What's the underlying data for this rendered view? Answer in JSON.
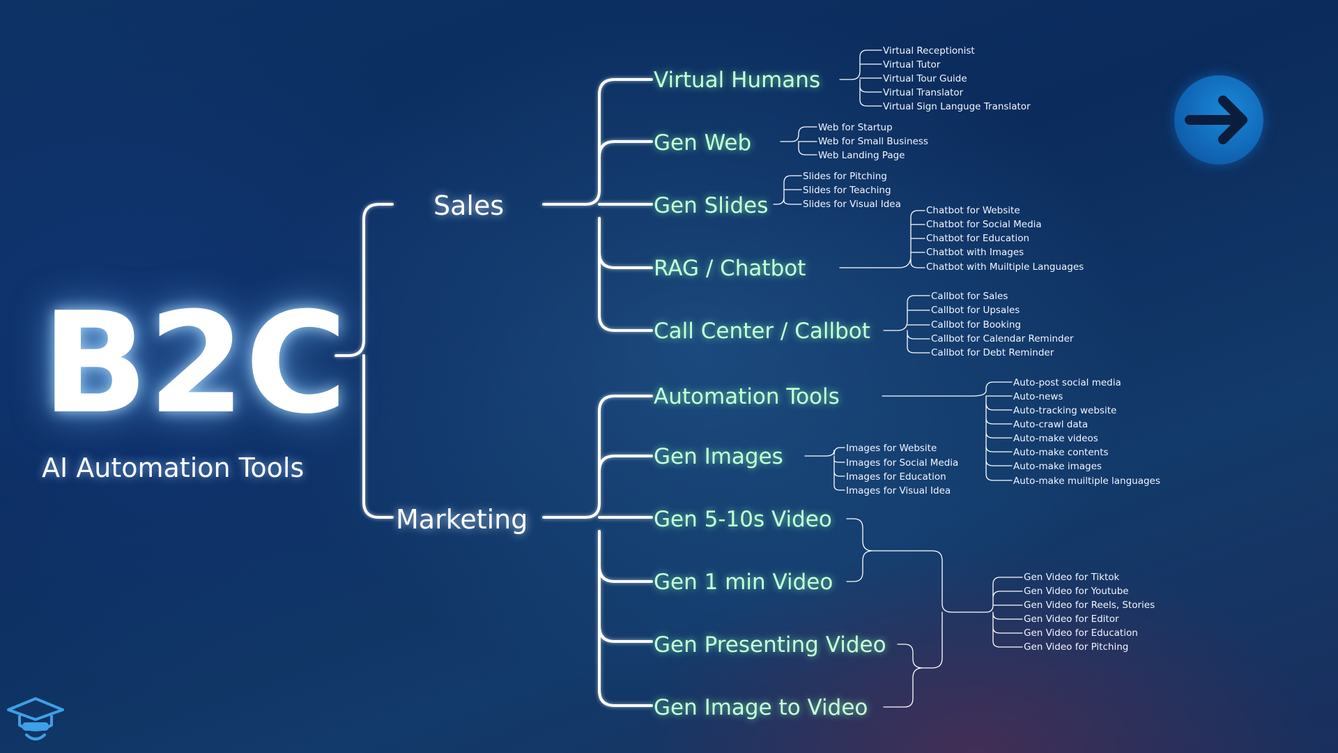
{
  "root": {
    "title": "B2C",
    "subtitle": "AI Automation Tools"
  },
  "categories": [
    {
      "label": "Sales",
      "branches": [
        {
          "label": "Virtual Humans",
          "items": [
            "Virtual Receptionist",
            "Virtual Tutor",
            "Virtual Tour Guide",
            "Virtual Translator",
            "Virtual Sign Languge Translator"
          ]
        },
        {
          "label": "Gen Web",
          "items": [
            "Web for Startup",
            "Web for Small Business",
            "Web Landing Page"
          ]
        },
        {
          "label": "Gen Slides",
          "items": [
            "Slides for Pitching",
            "Slides for Teaching",
            "Slides for Visual Idea"
          ]
        },
        {
          "label": "RAG / Chatbot",
          "items": [
            "Chatbot for Website",
            "Chatbot for Social Media",
            "Chatbot for Education",
            "Chatbot with Images",
            "Chatbot with Muiltiple Languages"
          ]
        },
        {
          "label": "Call Center / Callbot",
          "items": [
            "Callbot for Sales",
            "Callbot for Upsales",
            "Callbot for Booking",
            "Callbot for Calendar Reminder",
            "Callbot for Debt Reminder"
          ]
        }
      ]
    },
    {
      "label": "Marketing",
      "branches": [
        {
          "label": "Automation Tools",
          "items": [
            "Auto-post social media",
            "Auto-news",
            "Auto-tracking website",
            "Auto-crawl data",
            "Auto-make videos",
            "Auto-make contents",
            "Auto-make images",
            "Auto-make muiltiple languages"
          ]
        },
        {
          "label": "Gen Images",
          "items": [
            "Images for Website",
            "Images for Social Media",
            "Images for Education",
            "Images for Visual Idea"
          ]
        },
        {
          "label": "Gen 5-10s Video"
        },
        {
          "label": "Gen 1 min Video"
        },
        {
          "label": "Gen Presenting Video"
        },
        {
          "label": "Gen Image to Video"
        }
      ],
      "shared_video_items": [
        "Gen Video for Tiktok",
        "Gen Video for Youtube",
        "Gen Video for Reels, Stories",
        "Gen Video for Editor",
        "Gen Video for Education",
        "Gen Video for Pitching"
      ]
    }
  ],
  "icons": {
    "next_button": "arrow-right-icon",
    "logo": "graduation-cap-mascot-icon"
  },
  "colors": {
    "background": "#0c2d5e",
    "branch_text": "#c8ffd9",
    "accent_button": "#1268b8"
  }
}
